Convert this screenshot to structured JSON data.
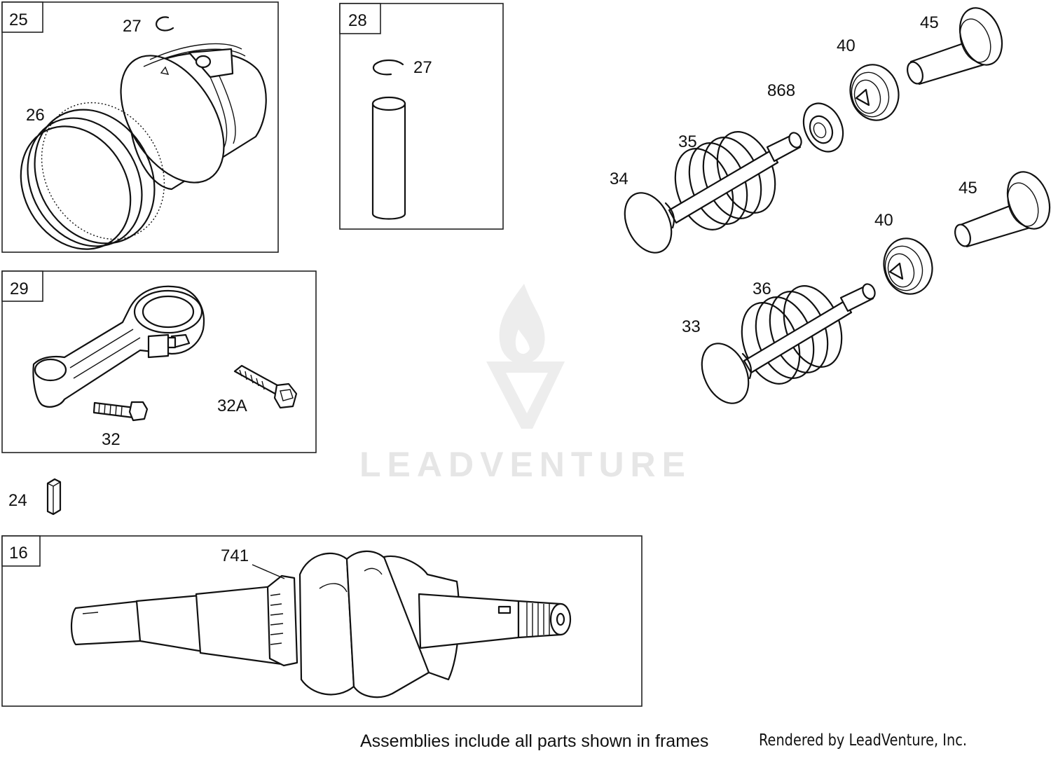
{
  "frames": {
    "piston": {
      "tag": "25"
    },
    "pin": {
      "tag": "28"
    },
    "rod": {
      "tag": "29"
    },
    "crank": {
      "tag": "16"
    }
  },
  "callouts": {
    "retainer_a": "27",
    "rings": "26",
    "retainer_b": "27",
    "bolt_a": "32A",
    "bolt_b": "32",
    "key": "24",
    "gear": "741",
    "tappet_top": "45",
    "rotator_top": "40",
    "seal": "868",
    "spring_top": "35",
    "valve_top": "34",
    "tappet_bottom": "45",
    "rotator_bottom": "40",
    "spring_bottom": "36",
    "valve_bottom": "33"
  },
  "watermark": {
    "brand": "LEADVENTURE"
  },
  "footer": {
    "note": "Assemblies include all parts shown in frames",
    "credit": "Rendered by LeadVenture, Inc."
  }
}
